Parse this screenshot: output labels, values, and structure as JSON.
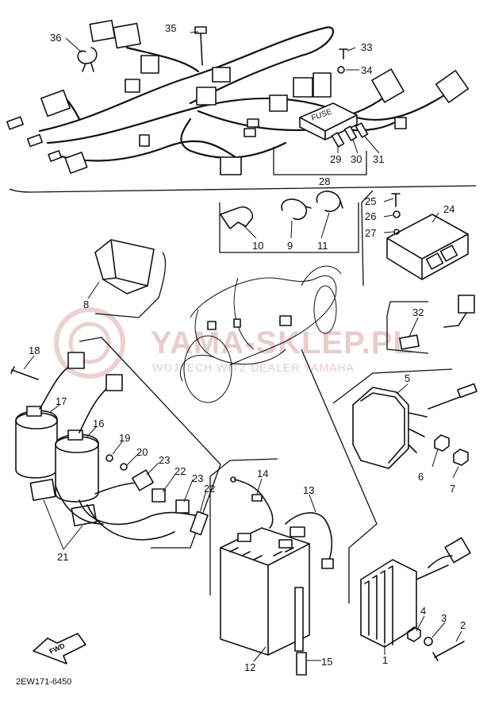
{
  "diagram": {
    "callouts": [
      "1",
      "2",
      "3",
      "4",
      "5",
      "6",
      "7",
      "8",
      "9",
      "10",
      "11",
      "12",
      "13",
      "14",
      "15",
      "16",
      "17",
      "18",
      "19",
      "20",
      "21",
      "22",
      "22",
      "23",
      "23",
      "24",
      "25",
      "26",
      "27",
      "28",
      "29",
      "30",
      "31",
      "32",
      "33",
      "34",
      "35",
      "36"
    ],
    "drawing_code": "2EW171-6450",
    "fuse_label": "FUSE",
    "fwd_label": "FWD",
    "watermark": {
      "main": "YAMA-SKLEP.PL",
      "sub": "WOJTECH WITZ DEALER YAMAHA",
      "color": "#d9a3a3"
    }
  }
}
